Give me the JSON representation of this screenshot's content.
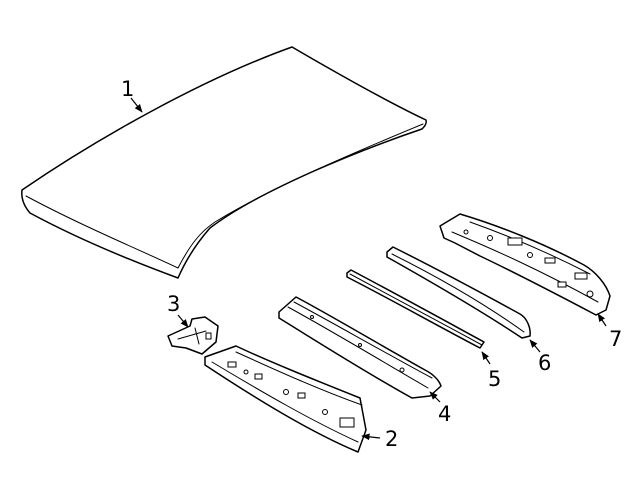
{
  "diagram": {
    "callouts": [
      {
        "id": "roof-panel",
        "label": "1"
      },
      {
        "id": "front-header-panel",
        "label": "2"
      },
      {
        "id": "header-bracket",
        "label": "3"
      },
      {
        "id": "roof-bow-front",
        "label": "4"
      },
      {
        "id": "roof-bow-center",
        "label": "5"
      },
      {
        "id": "roof-bow-rear",
        "label": "6"
      },
      {
        "id": "rear-header-panel",
        "label": "7"
      }
    ],
    "colors": {
      "line": "#000000",
      "background": "#ffffff"
    }
  }
}
